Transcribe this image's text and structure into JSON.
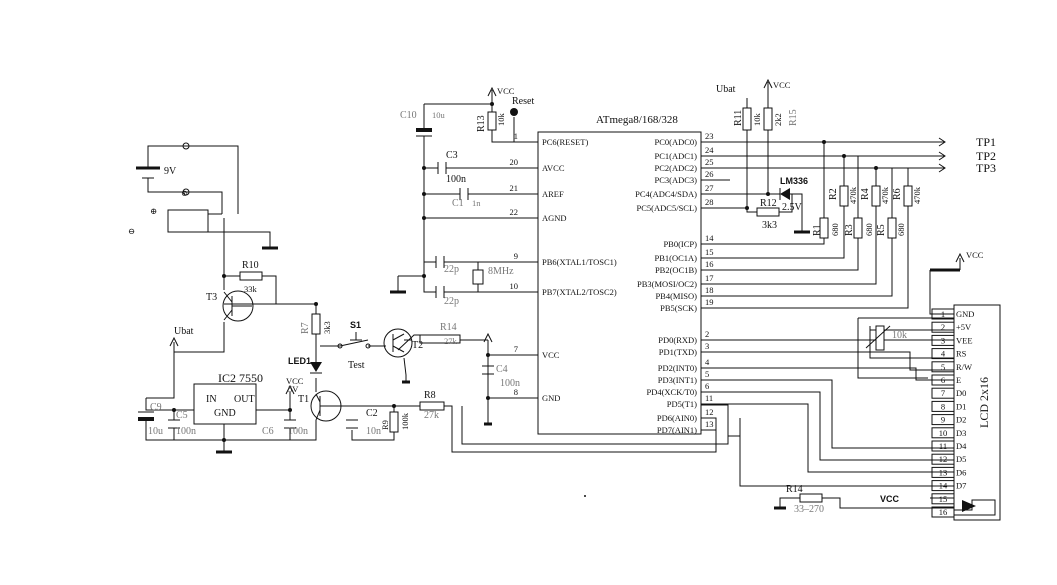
{
  "mcu": {
    "title": "ATmega8/168/328",
    "left_pins": [
      {
        "num": "1",
        "name": "PC6(RESET)"
      },
      {
        "num": "20",
        "name": "AVCC"
      },
      {
        "num": "21",
        "name": "AREF"
      },
      {
        "num": "22",
        "name": "AGND"
      },
      {
        "num": "9",
        "name": "PB6(XTAL1/TOSC1)"
      },
      {
        "num": "10",
        "name": "PB7(XTAL2/TOSC2)"
      },
      {
        "num": "7",
        "name": "VCC"
      },
      {
        "num": "8",
        "name": "GND"
      }
    ],
    "right_pins": [
      {
        "num": "23",
        "name": "PC0(ADC0)"
      },
      {
        "num": "24",
        "name": "PC1(ADC1)"
      },
      {
        "num": "25",
        "name": "PC2(ADC2)"
      },
      {
        "num": "26",
        "name": "PC3(ADC3)"
      },
      {
        "num": "27",
        "name": "PC4(ADC4/SDA)"
      },
      {
        "num": "28",
        "name": "PC5(ADC5/SCL)"
      },
      {
        "num": "14",
        "name": "PB0(ICP)"
      },
      {
        "num": "15",
        "name": "PB1(OC1A)"
      },
      {
        "num": "16",
        "name": "PB2(OC1B)"
      },
      {
        "num": "17",
        "name": "PB3(MOSI/OC2)"
      },
      {
        "num": "18",
        "name": "PB4(MISO)"
      },
      {
        "num": "19",
        "name": "PB5(SCK)"
      },
      {
        "num": "2",
        "name": "PD0(RXD)"
      },
      {
        "num": "3",
        "name": "PD1(TXD)"
      },
      {
        "num": "4",
        "name": "PD2(INT0)"
      },
      {
        "num": "5",
        "name": "PD3(INT1)"
      },
      {
        "num": "6",
        "name": "PD4(XCK/T0)"
      },
      {
        "num": "11",
        "name": "PD5(T1)"
      },
      {
        "num": "12",
        "name": "PD6(AIN0)"
      },
      {
        "num": "13",
        "name": "PD7(AIN1)"
      }
    ]
  },
  "lcd": {
    "title": "LCD 2x16",
    "pins": [
      {
        "num": "1",
        "name": "GND"
      },
      {
        "num": "2",
        "name": "+5V"
      },
      {
        "num": "3",
        "name": "VEE"
      },
      {
        "num": "4",
        "name": "RS"
      },
      {
        "num": "5",
        "name": "R/W"
      },
      {
        "num": "6",
        "name": "E"
      },
      {
        "num": "7",
        "name": "D0"
      },
      {
        "num": "8",
        "name": "D1"
      },
      {
        "num": "9",
        "name": "D2"
      },
      {
        "num": "10",
        "name": "D3"
      },
      {
        "num": "11",
        "name": "D4"
      },
      {
        "num": "12",
        "name": "D5"
      },
      {
        "num": "13",
        "name": "D6"
      },
      {
        "num": "14",
        "name": "D7"
      },
      {
        "num": "15",
        "name": ""
      },
      {
        "num": "16",
        "name": ""
      }
    ]
  },
  "test_points": [
    "TP1",
    "TP2",
    "TP3"
  ],
  "labels": {
    "vcc": "VCC",
    "vcc_caps": "VCC",
    "reset": "Reset",
    "ubat": "Ubat",
    "battery": "9V",
    "plus": "⊕",
    "minus": "⊖",
    "circle_i": "⊙",
    "test": "Test",
    "led1": "LED1",
    "five_v": "5V",
    "vref": "2.5V"
  },
  "components": {
    "c10": {
      "ref": "C10",
      "value": "10u"
    },
    "r13": {
      "ref": "R13",
      "value": "10k"
    },
    "c3": {
      "ref": "C3",
      "value": "100n"
    },
    "c1": {
      "ref": "C1",
      "value": "1n"
    },
    "c_xtal1": {
      "value": "22p"
    },
    "c_xtal2": {
      "value": "22p"
    },
    "crystal": {
      "value": "8MHz"
    },
    "r14a": {
      "ref": "R14",
      "value": "27k"
    },
    "t2": {
      "ref": "T2"
    },
    "c4": {
      "ref": "C4",
      "value": "100n"
    },
    "r8": {
      "ref": "R8",
      "value": "27k"
    },
    "c2": {
      "ref": "C2",
      "value": "10n"
    },
    "r9": {
      "ref": "R9",
      "value": "100k"
    },
    "t1": {
      "ref": "T1"
    },
    "r7": {
      "ref": "R7",
      "value": "3k3"
    },
    "s1": {
      "ref": "S1"
    },
    "r10": {
      "ref": "R10",
      "value": "33k"
    },
    "t3": {
      "ref": "T3"
    },
    "ic2": {
      "ref": "IC2 7550",
      "in": "IN",
      "out": "OUT",
      "gnd": "GND"
    },
    "c9": {
      "ref": "C9",
      "value": "10u"
    },
    "c5": {
      "ref": "C5",
      "value": "100n"
    },
    "c6": {
      "ref": "C6",
      "value": "100n"
    },
    "r11": {
      "ref": "R11",
      "value": "10k"
    },
    "r15": {
      "ref": "R15",
      "value": "2k2"
    },
    "lm336": {
      "ref": "LM336"
    },
    "r12": {
      "ref": "R12",
      "value": "3k3"
    },
    "r1": {
      "ref": "R1",
      "value": "680"
    },
    "r2": {
      "ref": "R2",
      "value": "470k"
    },
    "r3": {
      "ref": "R3",
      "value": "680"
    },
    "r4": {
      "ref": "R4",
      "value": "470k"
    },
    "r5": {
      "ref": "R5",
      "value": "680"
    },
    "r6": {
      "ref": "R6",
      "value": "470k"
    },
    "pot": {
      "value": "10k"
    },
    "r14b": {
      "ref": "R14",
      "value": "33–270"
    }
  }
}
